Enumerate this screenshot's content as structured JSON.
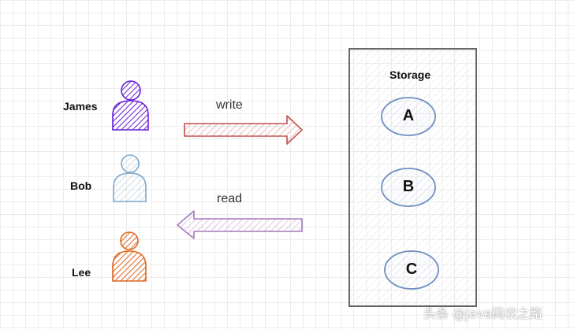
{
  "users": [
    {
      "name": "James",
      "color": "#6a1fd6"
    },
    {
      "name": "Bob",
      "color": "#7fa6c9"
    },
    {
      "name": "Lee",
      "color": "#e0661b"
    }
  ],
  "arrows": {
    "write": {
      "label": "write",
      "color": "#c0504d"
    },
    "read": {
      "label": "read",
      "color": "#a57ab8"
    }
  },
  "storage": {
    "title": "Storage",
    "nodes": [
      {
        "label": "A"
      },
      {
        "label": "B"
      },
      {
        "label": "C"
      }
    ],
    "node_color": "#6f8fbf"
  },
  "watermark": "头条 @Java码农之路"
}
